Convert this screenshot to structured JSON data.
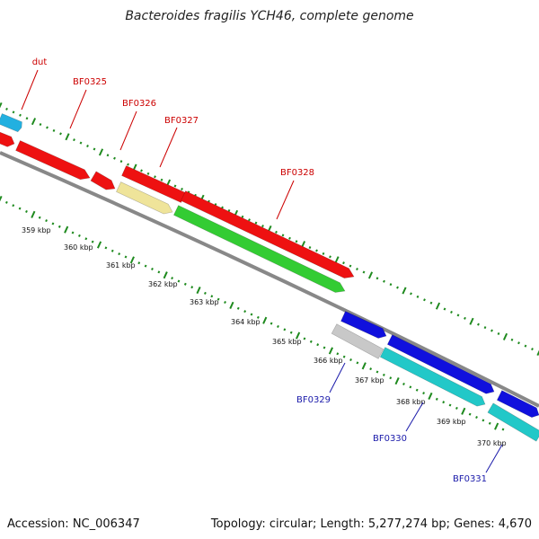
{
  "title": "Bacteroides fragilis YCH46, complete genome",
  "footer": {
    "accession": "Accession: NC_006347",
    "summary": "Topology: circular; Length: 5,277,274 bp; Genes: 4,670"
  },
  "colors": {
    "forward_label": "#cc0000",
    "reverse_label": "#1a1aaa",
    "backbone": "#888888",
    "tick": "#1e8a1e"
  },
  "kbp_labels": [
    "359 kbp",
    "360 kbp",
    "361 kbp",
    "362 kbp",
    "363 kbp",
    "364 kbp",
    "365 kbp",
    "366 kbp",
    "367 kbp",
    "368 kbp",
    "369 kbp",
    "370 kbp"
  ],
  "genes": [
    {
      "id": "g-cyan-small",
      "color": "#22b0e0",
      "label": null
    },
    {
      "id": "g-red-1",
      "color": "#ee1111",
      "label": null
    },
    {
      "id": "g-red-2",
      "color": "#ee1111",
      "label": null
    },
    {
      "id": "g-red-3",
      "color": "#ee1111",
      "label": null
    },
    {
      "id": "g-yellow",
      "color": "#efe49a",
      "label": null
    },
    {
      "id": "g-red-4",
      "color": "#ee1111",
      "label": null
    },
    {
      "id": "g-green",
      "color": "#33cc33",
      "label": null
    },
    {
      "id": "g-red-5",
      "color": "#ee1111",
      "label": null
    },
    {
      "id": "g-blue-1",
      "color": "#1010dd",
      "label": null
    },
    {
      "id": "g-grey",
      "color": "#c8c8c8",
      "label": null
    },
    {
      "id": "g-blue-2",
      "color": "#1010dd",
      "label": null
    },
    {
      "id": "g-teal-1",
      "color": "#22c8c8",
      "label": null
    },
    {
      "id": "g-blue-3",
      "color": "#1010dd",
      "label": null
    },
    {
      "id": "g-teal-2",
      "color": "#22c8c8",
      "label": null
    }
  ],
  "gene_labels": [
    {
      "text": "dut",
      "strand": "forward"
    },
    {
      "text": "BF0325",
      "strand": "forward"
    },
    {
      "text": "BF0326",
      "strand": "forward"
    },
    {
      "text": "BF0327",
      "strand": "forward"
    },
    {
      "text": "BF0328",
      "strand": "forward"
    },
    {
      "text": "BF0329",
      "strand": "reverse"
    },
    {
      "text": "BF0330",
      "strand": "reverse"
    },
    {
      "text": "BF0331",
      "strand": "reverse"
    }
  ]
}
